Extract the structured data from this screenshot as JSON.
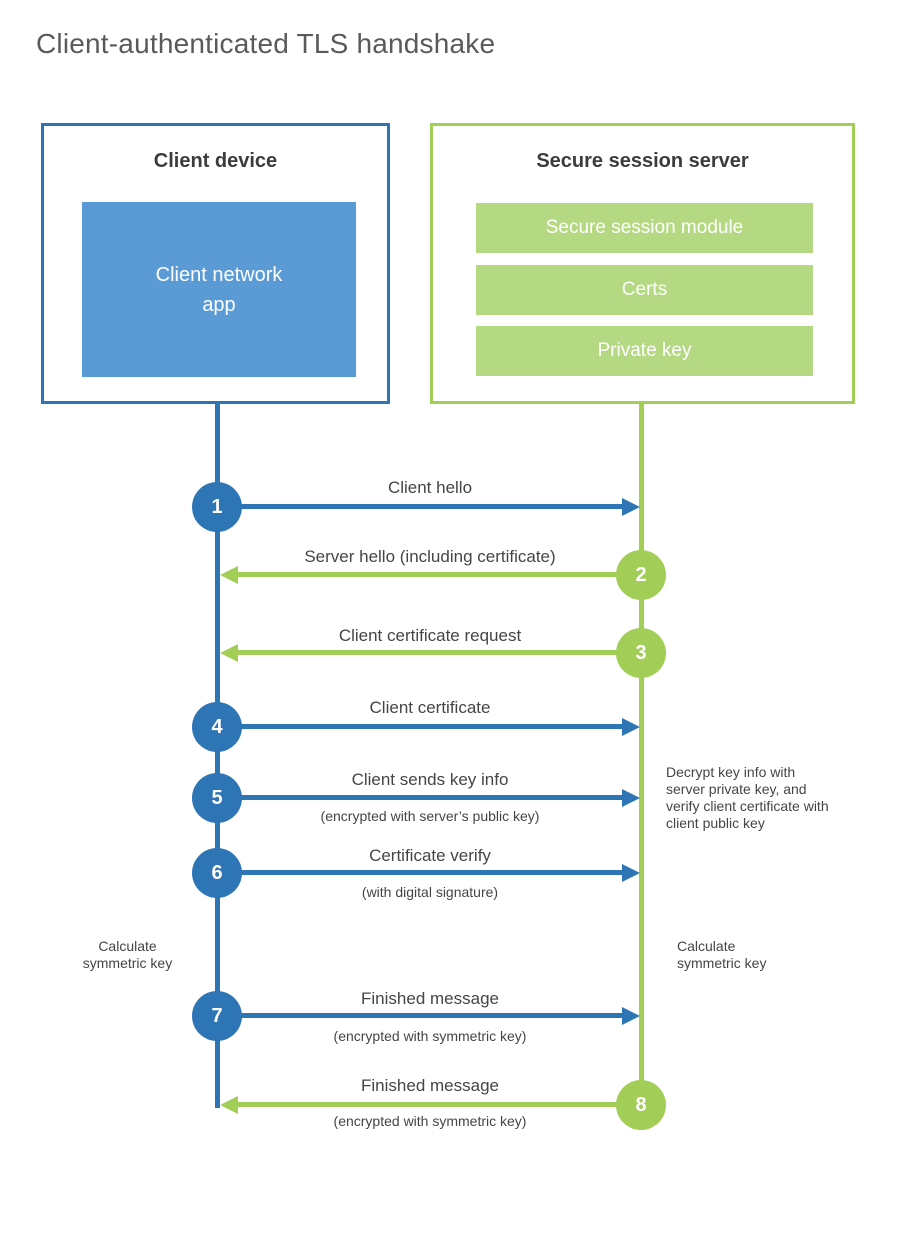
{
  "title": "Client-authenticated TLS handshake",
  "colors": {
    "blue": "#2e75b6",
    "blue_fill": "#5b9bd5",
    "green": "#a2ce58",
    "green_fill": "#b5d983",
    "text_dark": "#3c3c3c",
    "text_gray": "#454545",
    "title_gray": "#595a5c"
  },
  "client_box": {
    "title": "Client device",
    "app_line1": "Client network",
    "app_line2": "app"
  },
  "server_box": {
    "title": "Secure session server",
    "modules": [
      "Secure session module",
      "Certs",
      "Private key"
    ]
  },
  "messages": [
    {
      "num": "1",
      "direction": "client-to-server",
      "label": "Client hello",
      "sub": ""
    },
    {
      "num": "2",
      "direction": "server-to-client",
      "label": "Server hello (including certificate)",
      "sub": ""
    },
    {
      "num": "3",
      "direction": "server-to-client",
      "label": "Client certificate request",
      "sub": ""
    },
    {
      "num": "4",
      "direction": "client-to-server",
      "label": "Client certificate",
      "sub": ""
    },
    {
      "num": "5",
      "direction": "client-to-server",
      "label": "Client sends key info",
      "sub": "(encrypted with server’s public key)"
    },
    {
      "num": "6",
      "direction": "client-to-server",
      "label": "Certificate verify",
      "sub": "(with digital signature)"
    },
    {
      "num": "7",
      "direction": "client-to-server",
      "label": "Finished message",
      "sub": "(encrypted with symmetric key)"
    },
    {
      "num": "8",
      "direction": "server-to-client",
      "label": "Finished message",
      "sub": "(encrypted with symmetric key)"
    }
  ],
  "annotations": {
    "server_note": "Decrypt key info with server private key, and verify client certificate with client public key",
    "client_calc": "Calculate symmetric key",
    "server_calc": "Calculate symmetric key"
  }
}
